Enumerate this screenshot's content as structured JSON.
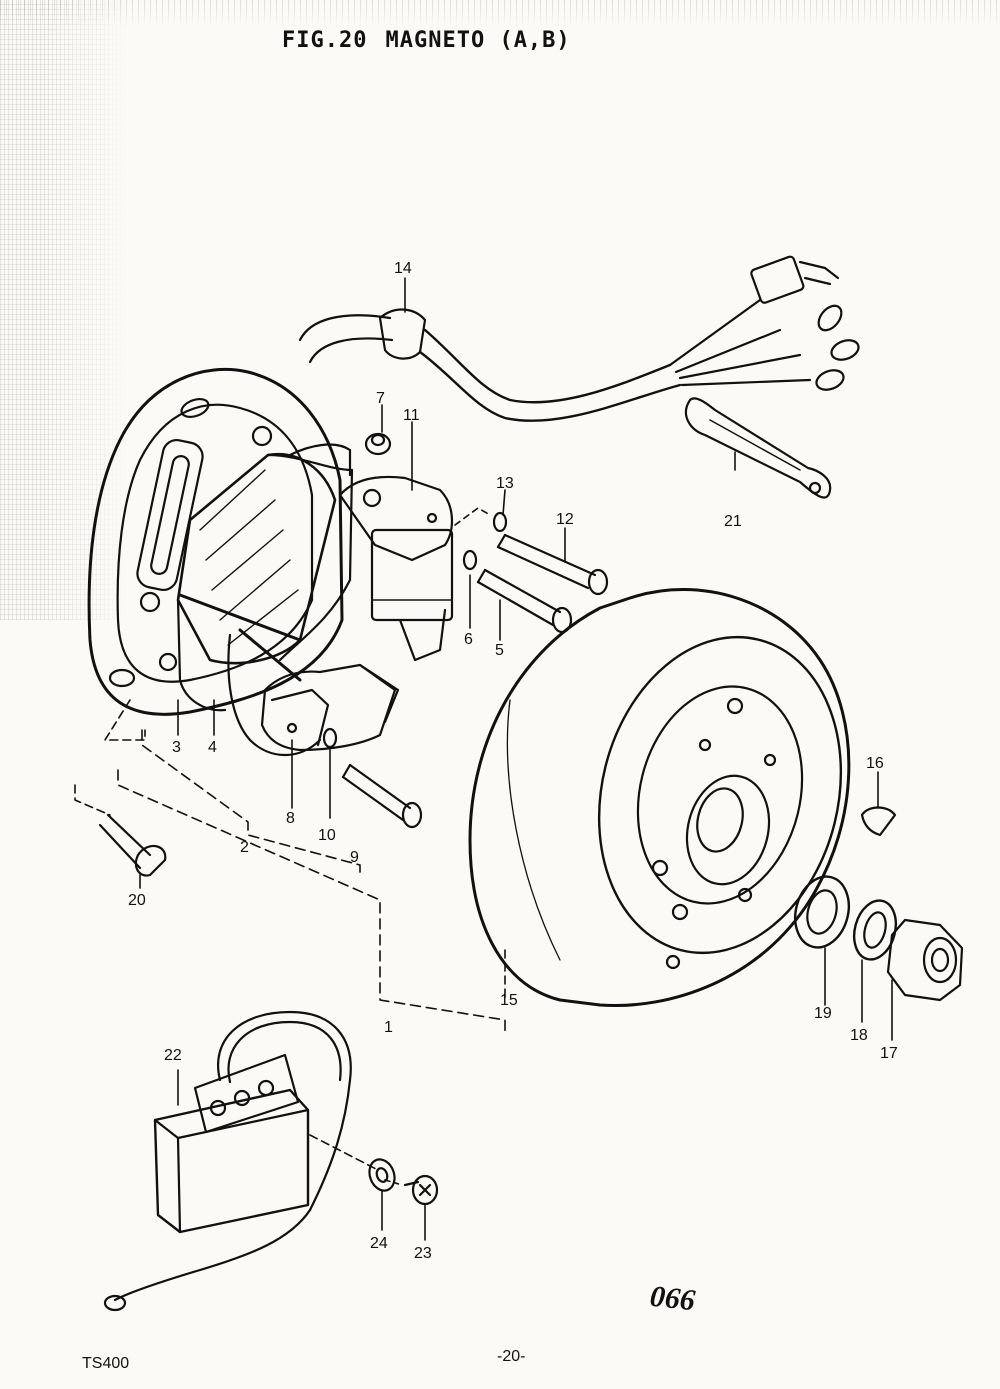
{
  "title": {
    "fig": "FIG.20",
    "name": "MAGNETO (A,B)"
  },
  "model": "TS400",
  "page_number": "-20-",
  "code": "066",
  "callouts": [
    "1",
    "2",
    "3",
    "4",
    "5",
    "6",
    "7",
    "8",
    "9",
    "10",
    "11",
    "12",
    "13",
    "14",
    "15",
    "16",
    "17",
    "18",
    "19",
    "20",
    "21",
    "22",
    "23",
    "24"
  ]
}
